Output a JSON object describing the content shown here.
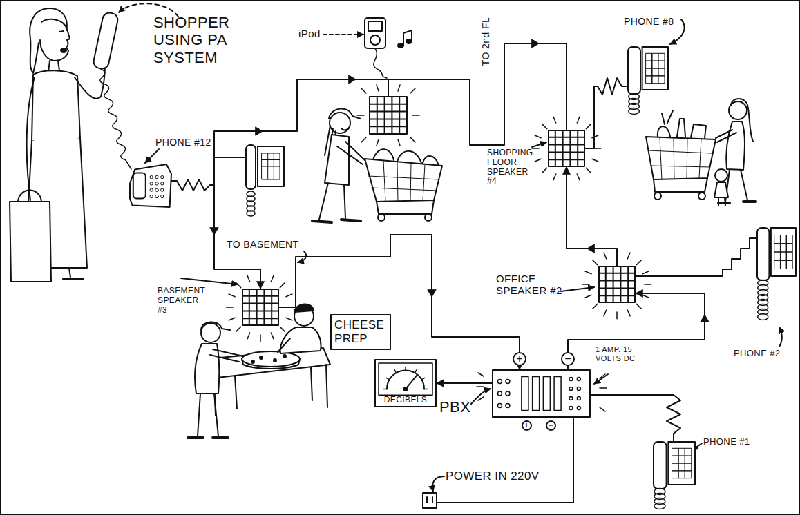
{
  "diagram": {
    "nodes": [
      {
        "text": [
          "PHONE #12"
        ]
      },
      {
        "text": [
          "PHONE #8"
        ]
      },
      {
        "text": [
          "SHOPPING FLOOR SPEAKER #4"
        ]
      },
      {
        "text": [
          "BASEMENT SPEAKER #3"
        ]
      },
      {
        "text": [
          "OFFICE SPEAKER #2"
        ]
      },
      {
        "text": [
          "PHONE #2"
        ]
      },
      {
        "text": [
          "CHEESE PREP"
        ]
      },
      {
        "text": [
          "DECIBELS"
        ]
      },
      {
        "text": [
          "PBX"
        ]
      },
      {
        "text": [
          "PHONE #1"
        ]
      }
    ],
    "edges": [
      {
        "from": 0,
        "to": 3,
        "arrow": "to"
      },
      {
        "from": 3,
        "to": 8,
        "arrow": "to"
      },
      {
        "from": 8,
        "to": 4,
        "arrow": "to"
      },
      {
        "from": 4,
        "to": 2,
        "arrow": "to"
      },
      {
        "from": 1,
        "to": 2,
        "arrow": "none"
      },
      {
        "from": 5,
        "to": 4,
        "arrow": "none"
      },
      {
        "from": 9,
        "to": 8,
        "arrow": "none"
      },
      {
        "from": 8,
        "to": 7,
        "arrow": "to"
      }
    ],
    "labels": [
      "SHOPPER USING PA SYSTEM",
      "iPod",
      "TO 2nd FL",
      "TO BASEMENT",
      "+",
      "−",
      "1 AMP. 15 VOLTS DC",
      "+",
      "−",
      "POWER IN 220V"
    ]
  }
}
